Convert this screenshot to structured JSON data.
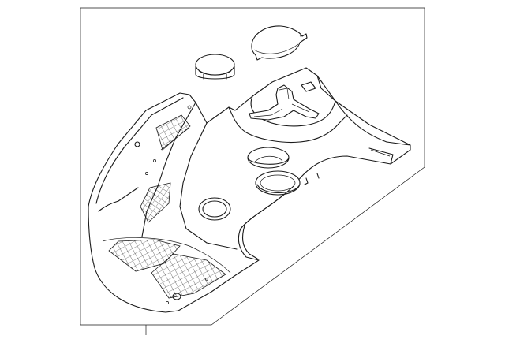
{
  "diagram": {
    "view": "exploded-parts-illustration",
    "line_color": "#1a1a1a",
    "background_color": "#ffffff",
    "parts": [
      {
        "id": "console-panel",
        "icon": "center-console-panel"
      },
      {
        "id": "round-cap",
        "icon": "round-plug-cap"
      },
      {
        "id": "lid-cap",
        "icon": "hinged-lid-cap"
      }
    ],
    "callouts": [
      {
        "id": "main-assembly-leader"
      }
    ]
  }
}
